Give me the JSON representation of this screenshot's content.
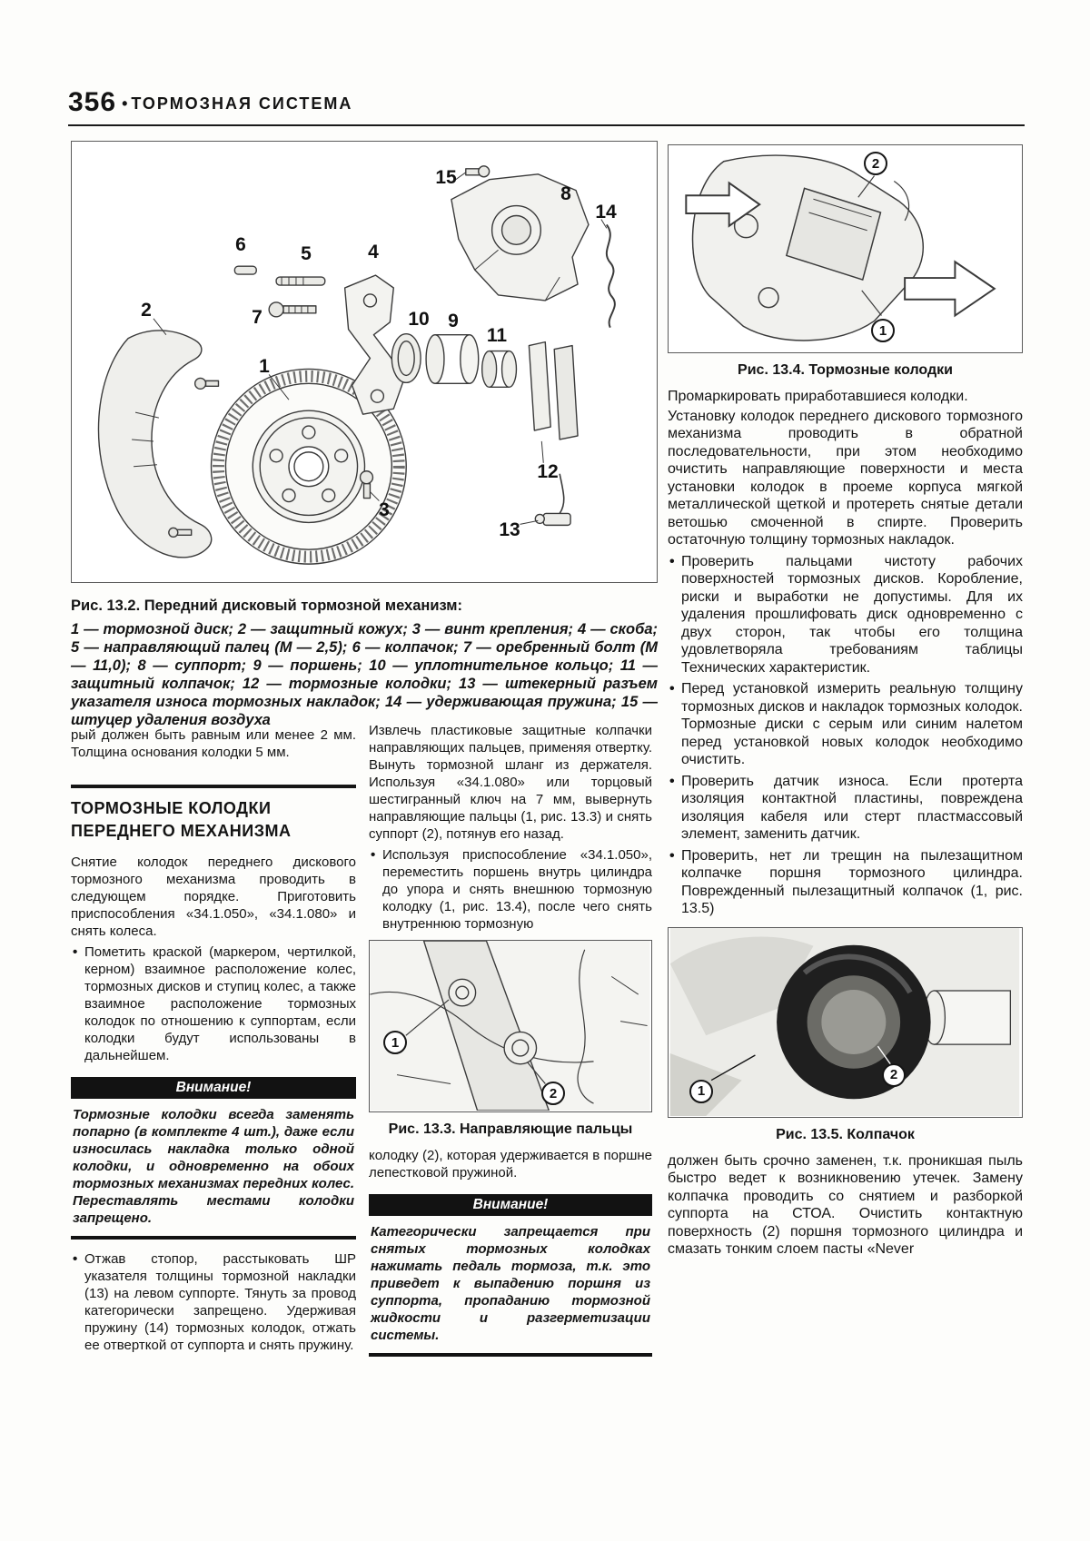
{
  "page": {
    "number": "356",
    "bullet": "•",
    "section": "ТОРМОЗНАЯ СИСТЕМА"
  },
  "fig_13_2": {
    "caption": "Рис. 13.2. Передний дисковый тормозной механизм:",
    "legend": "1 — тормозной диск; 2 — защитный кожух; 3 — винт крепления; 4 — скоба; 5 — направляющий палец (М — 2,5); 6 — колпачок; 7 — оребренный болт (М — 11,0); 8 — суппорт; 9 — поршень; 10 — уплотнительное кольцо; 11 — защитный колпачок; 12 — тормозные колодки; 13 — штекерный разъем указателя износа тормозных накладок; 14 — удерживающая пружина; 15 — штуцер удаления воздуха",
    "labels": [
      "1",
      "2",
      "3",
      "4",
      "5",
      "6",
      "7",
      "8",
      "9",
      "10",
      "11",
      "12",
      "13",
      "14",
      "15"
    ]
  },
  "left_col": {
    "para_carryover": "рый должен быть равным или менее 2 мм. Толщина основания колодки 5 мм.",
    "heading": "ТОРМОЗНЫЕ КОЛОДКИ ПЕРЕДНЕГО МЕХАНИЗМА",
    "para_intro": "Снятие колодок переднего дискового тормозного механизма проводить в следующем порядке. Приготовить приспособления «34.1.050», «34.1.080» и снять колеса.",
    "bullet_1": "Пометить краской (маркером, чертилкой, керном) взаимное расположение колес, тормозных дисков и ступиц колес, а также взаимное расположение тормозных колодок по отношению к суппортам, если колодки будут использованы в дальнейшем.",
    "warning": {
      "title": "Внимание!",
      "body": "Тормозные колодки всегда заменять попарно (в комплекте 4 шт.), даже если износилась накладка только одной колодки, и одновременно на обоих тормозных механизмах передних колес. Переставлять местами колодки запрещено."
    },
    "bullet_2": "Отжав стопор, расстыковать ШР указателя толщины тормозной накладки (13) на левом суппорте. Тянуть за провод категорически запрещено. Удерживая пружину (14) тормозных колодок, отжать ее отверткой от суппорта и снять пружину."
  },
  "mid_col": {
    "para_1": "Извлечь пластиковые защитные колпачки направляющих пальцев, применяя отвертку. Вынуть тормозной шланг из держателя. Используя «34.1.080» или торцовый шестигранный ключ на 7 мм, вывернуть направляющие пальцы (1, рис. 13.3) и снять суппорт (2), потянув его назад.",
    "bullet_1": "Используя приспособление «34.1.050», переместить поршень внутрь цилиндра до упора и снять внешнюю тормозную колодку (1, рис. 13.4), после чего снять внутреннюю тормозную",
    "fig_13_3": {
      "caption": "Рис. 13.3. Направляющие пальцы",
      "labels": [
        "1",
        "2"
      ]
    },
    "para_2": "колодку (2), которая удерживается в поршне лепестковой пружиной.",
    "warning": {
      "title": "Внимание!",
      "body": "Категорически запрещается при снятых тормозных колодках нажимать педаль тормоза, т.к. это приведет к выпадению поршня из суппорта, пропаданию тормозной жидкости и разгерметизации системы."
    }
  },
  "right_col": {
    "fig_13_4": {
      "caption": "Рис. 13.4. Тормозные колодки",
      "labels": [
        "1",
        "2"
      ]
    },
    "para_1": "Промаркировать приработавшиеся колодки.",
    "para_2": "Установку колодок переднего дискового тормозного механизма проводить в обратной последовательности, при этом необходимо очистить направляющие поверхности и места установки колодок в проеме корпуса мягкой металлической щеткой и протереть снятые детали ветошью смоченной в спирте. Проверить остаточную толщину тормозных накладок.",
    "bullet_1": "Проверить пальцами чистоту рабочих поверхностей тормозных дисков. Коробление, риски и выработки не допустимы. Для их удаления прошлифовать диск одновременно с двух сторон, так чтобы его толщина удовлетворяла требованиям таблицы Технических характеристик.",
    "bullet_2": "Перед установкой измерить реальную толщину тормозных дисков и накладок тормозных колодок. Тормозные диски с серым или синим налетом перед установкой новых колодок необходимо очистить.",
    "bullet_3": "Проверить датчик износа. Если протерта изоляция контактной пластины, повреждена изоляция кабеля или стерт пластмассовый элемент, заменить датчик.",
    "bullet_4": "Проверить, нет ли трещин на пылезащитном колпачке поршня тормозного цилиндра. Поврежденный пылезащитный колпачок (1, рис. 13.5)",
    "fig_13_5": {
      "caption": "Рис. 13.5. Колпачок",
      "labels": [
        "1",
        "2"
      ]
    },
    "para_3": "должен быть срочно заменен, т.к. проникшая пыль быстро ведет к возникновению утечек. Замену колпачка проводить со снятием и разборкой суппорта на СТОА. Очистить контактную поверхность (2) поршня тормозного цилиндра и смазать тонким слоем пасты «Never"
  }
}
